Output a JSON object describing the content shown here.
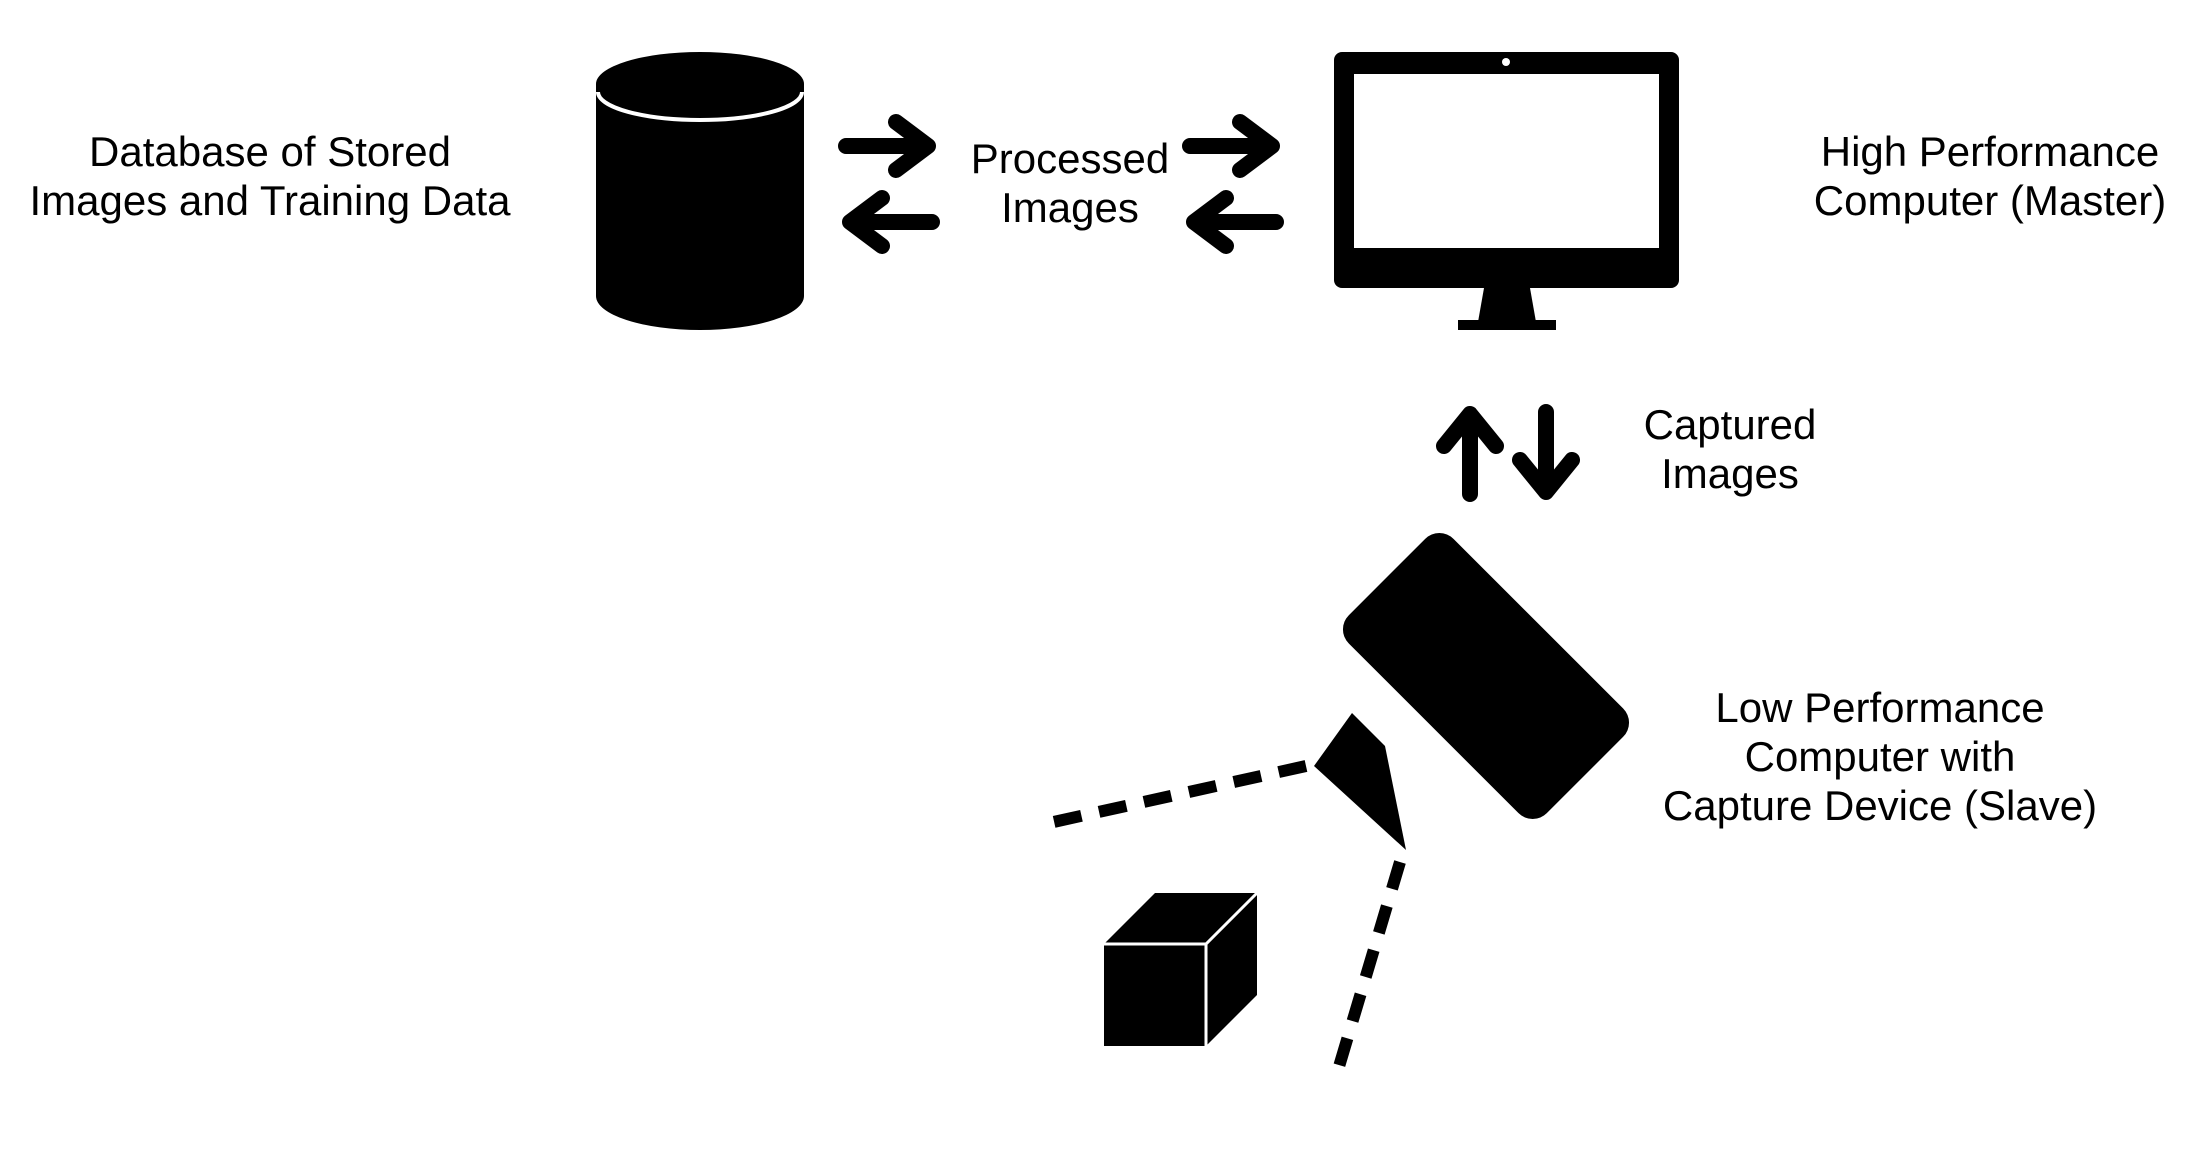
{
  "diagram": {
    "nodes": {
      "database": {
        "icon": "database-cylinder-icon",
        "label_lines": [
          "Database of Stored",
          "Images and Training Data"
        ]
      },
      "master": {
        "icon": "desktop-monitor-icon",
        "label_lines": [
          "High Performance",
          "Computer (Master)"
        ]
      },
      "slave": {
        "icon": "video-camera-icon",
        "label_lines": [
          "Low Performance",
          "Computer with",
          "Capture Device (Slave)"
        ]
      },
      "object": {
        "icon": "cube-icon"
      }
    },
    "edges": {
      "database_master": {
        "label_lines": [
          "Processed",
          "Images"
        ],
        "icons": [
          "bidirectional-horizontal-arrows-icon"
        ]
      },
      "master_slave": {
        "label_lines": [
          "Captured",
          "Images"
        ],
        "icons": [
          "bidirectional-vertical-arrows-icon"
        ]
      }
    },
    "colors": {
      "foreground": "#000000",
      "background": "#ffffff"
    }
  }
}
